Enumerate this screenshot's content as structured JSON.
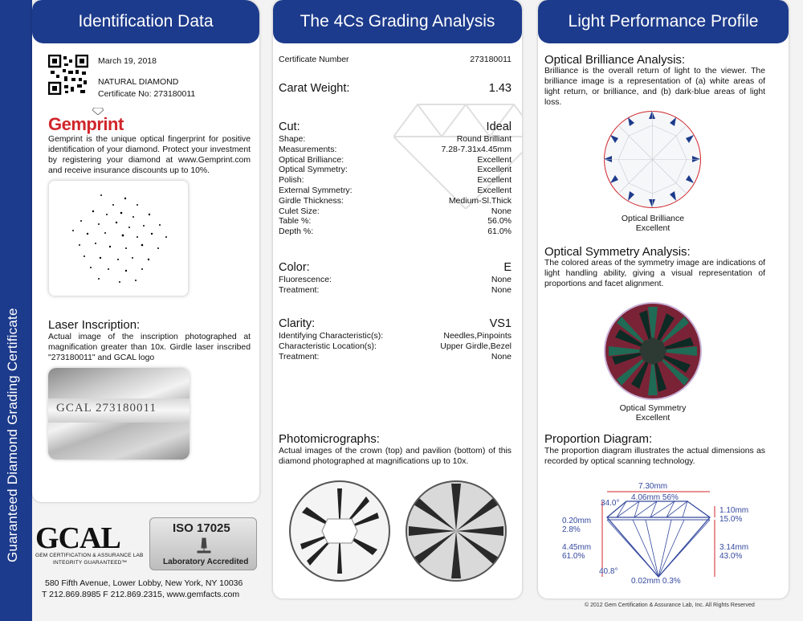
{
  "side_band": "Guaranteed Diamond Grading Certificate",
  "col1": {
    "header": "Identification Data",
    "date": "March 19, 2018",
    "type": "NATURAL DIAMOND",
    "cert_line": "Certificate No: 273180011",
    "gemprint_logo": "Gemprint",
    "gemprint_text": "Gemprint is the unique optical fingerprint for positive identification of your diamond. Protect your investment by registering your diamond at www.Gemprint.com and receive insurance discounts up to 10%.",
    "laser_title": "Laser Inscription:",
    "laser_text": "Actual image of the inscription photographed at magnification greater than 10x. Girdle laser inscribed \"273180011\" and GCAL logo",
    "inscription": "GCAL 273180011",
    "gcal_logo": "GCAL",
    "gcal_sub1": "GEM CERTIFICATION & ASSURANCE LAB",
    "gcal_sub2": "INTEGRITY GUARANTEED™",
    "iso": "ISO 17025",
    "accredited": "Laboratory Accredited",
    "address": "580 Fifth Avenue, Lower Lobby, New York, NY 10036",
    "phones": "T 212.869.8985 F 212.869.2315, www.gemfacts.com"
  },
  "col2": {
    "header": "The 4Cs Grading Analysis",
    "cert_label": "Certificate Number",
    "cert_value": "273180011",
    "carat_label": "Carat Weight:",
    "carat_value": "1.43",
    "cut_label": "Cut:",
    "cut_value": "Ideal",
    "cut_rows": [
      {
        "k": "Shape:",
        "v": "Round Brilliant"
      },
      {
        "k": "Measurements:",
        "v": "7.28-7.31x4.45mm"
      },
      {
        "k": "Optical Brilliance:",
        "v": "Excellent"
      },
      {
        "k": "Optical Symmetry:",
        "v": "Excellent"
      },
      {
        "k": "Polish:",
        "v": "Excellent"
      },
      {
        "k": "External Symmetry:",
        "v": "Excellent"
      },
      {
        "k": "Girdle Thickness:",
        "v": "Medium-Sl.Thick"
      },
      {
        "k": "Culet Size:",
        "v": "None"
      },
      {
        "k": "Table %:",
        "v": "56.0%"
      },
      {
        "k": "Depth %:",
        "v": "61.0%"
      }
    ],
    "color_label": "Color:",
    "color_value": "E",
    "color_rows": [
      {
        "k": "Fluorescence:",
        "v": "None"
      },
      {
        "k": "Treatment:",
        "v": "None"
      }
    ],
    "clarity_label": "Clarity:",
    "clarity_value": "VS1",
    "clarity_rows": [
      {
        "k": "Identifying Characteristic(s):",
        "v": "Needles,Pinpoints"
      },
      {
        "k": "Characteristic Location(s):",
        "v": "Upper Girdle,Bezel"
      },
      {
        "k": "Treatment:",
        "v": "None"
      }
    ],
    "photo_title": "Photomicrographs:",
    "photo_text": "Actual images of the crown (top) and pavilion (bottom) of this diamond photographed at magnifications up to 10x."
  },
  "col3": {
    "header": "Light Performance Profile",
    "brill_title": "Optical Brilliance Analysis:",
    "brill_text": "Brilliance is the overall return of light to the viewer. The brilliance image is a representation of (a) white areas of light return, or brilliance, and (b) dark-blue areas of light loss.",
    "brill_caption1": "Optical Brilliance",
    "brill_caption2": "Excellent",
    "sym_title": "Optical Symmetry Analysis:",
    "sym_text": "The colored areas of the symmetry image are indications of light handling ability, giving a visual representation of proportions and facet alignment.",
    "sym_caption1": "Optical Symmetry",
    "sym_caption2": "Excellent",
    "prop_title": "Proportion Diagram:",
    "prop_text": "The proportion diagram illustrates the actual dimensions as recorded by optical scanning technology.",
    "diagram": {
      "width": "7.30mm",
      "table": "4.06mm 56%",
      "crown_angle": "34.0°",
      "crown_height_l": "0.20mm",
      "crown_pct_l": "2.8%",
      "depth_l": "4.45mm",
      "depth_pct_l": "61.0%",
      "pav_angle": "40.8°",
      "culet": "0.02mm 0.3%",
      "crown_height_r": "1.10mm",
      "crown_pct_r": "15.0%",
      "pav_depth_r": "3.14mm",
      "pav_pct_r": "43.0%"
    },
    "copyright": "© 2012 Gem Certification & Assurance Lab, Inc. All Rights Reserved"
  },
  "colors": {
    "navy": "#1d3b8c",
    "red": "#d0262b"
  }
}
